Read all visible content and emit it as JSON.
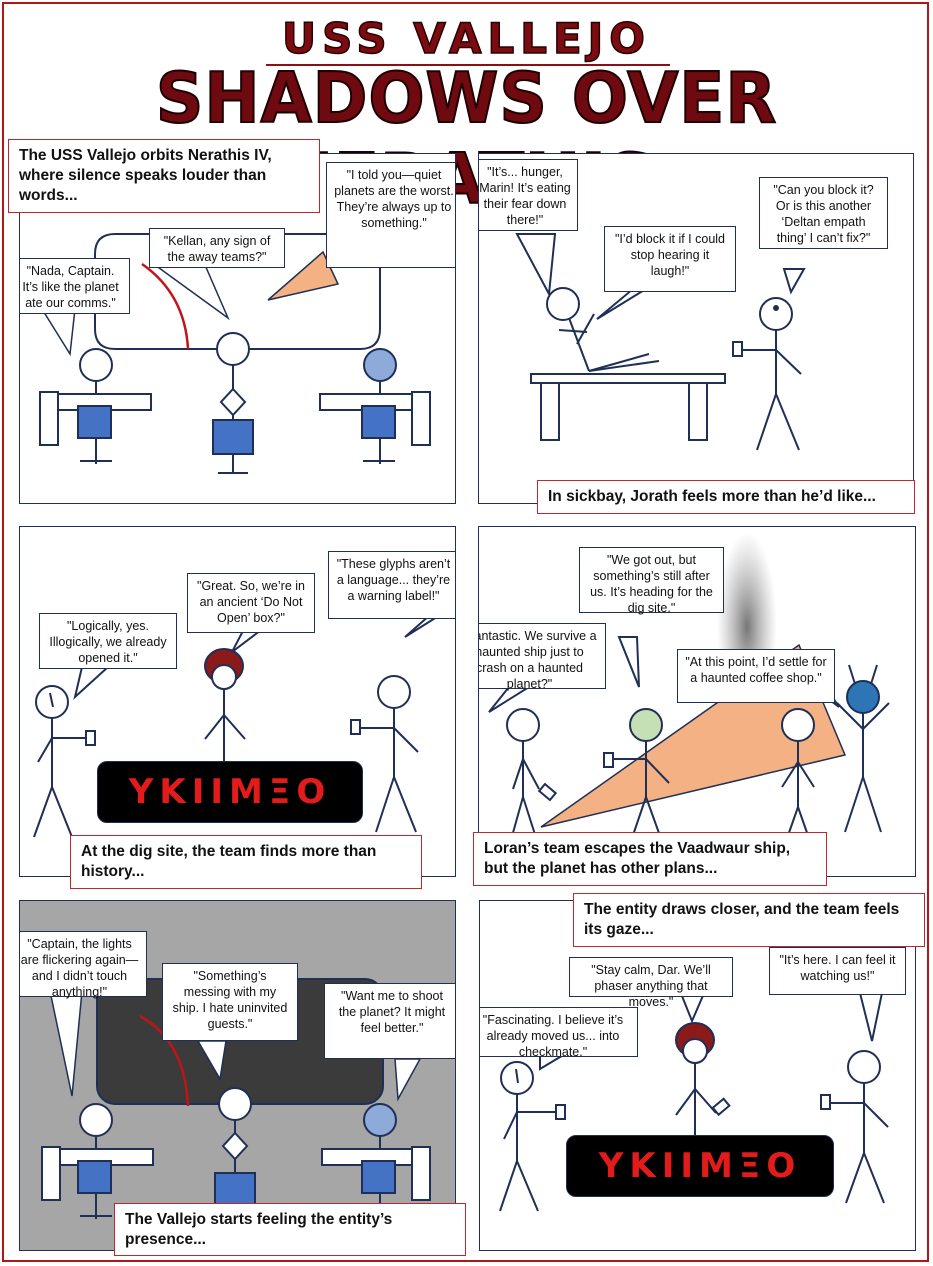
{
  "header": {
    "ship": "USS VALLEJO",
    "episode": "SHADOWS OVER NERATHIS"
  },
  "panels": [
    {
      "caption": "The USS Vallejo orbits Nerathis IV, where silence speaks louder than words...",
      "bubbles": [
        "\"Nada, Captain. It’s like the planet ate our comms.\"",
        "\"Kellan, any sign of the away teams?\"",
        "\"I told you—quiet planets are the worst. They’re always up to something.\""
      ]
    },
    {
      "caption": "In sickbay, Jorath feels more than he’d like...",
      "bubbles": [
        "\"It’s... hunger, Marin! It’s eating their fear down there!\"",
        "\"I’d block it if I could stop hearing it laugh!\"",
        "\"Can you block it? Or is this another ‘Deltan empath thing’ I can’t fix?\""
      ]
    },
    {
      "caption": "At the dig site, the team finds more than history...",
      "bubbles": [
        "\"Logically, yes. Illogically, we already opened it.\"",
        "\"Great. So, we’re in an ancient ‘Do Not Open’ box?\"",
        "\"These glyphs aren’t a language... they’re a warning label!\""
      ],
      "glyph_text": "ΥΚΙΙΜΞΟ"
    },
    {
      "caption": "Loran’s team escapes the Vaadwaur ship, but the planet has other plans...",
      "bubbles": [
        "\"We got out, but something’s still after us. It’s heading for the dig site.\"",
        "\"Fantastic. We survive a haunted ship just to crash on a haunted planet?\"",
        "\"At this point, I’d settle for a haunted coffee shop.\""
      ]
    },
    {
      "caption": "The Vallejo starts feeling the entity’s presence...",
      "bubbles": [
        "\"Captain, the lights are flickering again—and I didn’t touch anything!\"",
        "\"Something’s messing with my ship. I hate uninvited guests.\"",
        "\"Want me to shoot the planet? It might feel better.\""
      ]
    },
    {
      "caption": "The entity draws closer, and the team feels its gaze...",
      "bubbles": [
        "\"Fascinating. I believe it’s already moved us... into checkmate.\"",
        "\"Stay calm, Dar. We’ll phaser anything that moves.\"",
        "\"It’s here. I can feel it watching us!\""
      ],
      "glyph_text": "ΥΚΙΙΜΞΟ"
    }
  ],
  "colors": {
    "border_red": "#c0282d",
    "ink": "#1f2f55",
    "uniform_blue": "#4472c4",
    "light_blue_head": "#8eaadb",
    "green_head": "#c5e0b4",
    "orange_shuttle": "#f4b183",
    "dark_blue_head": "#2e75b6",
    "bridge_gray": "#a6a6a6",
    "screen_dark": "#3b3b3b",
    "hair": "#8b1a1a",
    "glyph_red": "#e31b1b"
  }
}
